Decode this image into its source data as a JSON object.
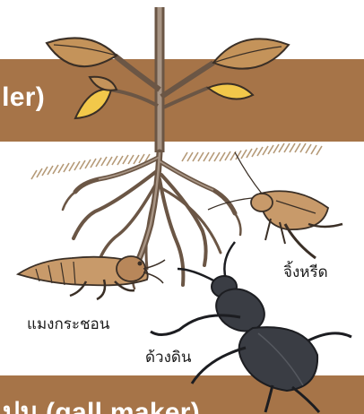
{
  "top_banner": {
    "text": "ler)"
  },
  "bottom_banner": {
    "text": "ปม (gall maker)"
  },
  "labels": {
    "cricket": "จิ้งหรีด",
    "mole_cricket": "แมงกระชอน",
    "beetle": "ด้วงดิน"
  },
  "colors": {
    "band": "#a67448",
    "soil_hatch": "#b59a78",
    "leaf_fill": "#c4935a",
    "leaf_yellow": "#f2c84a",
    "root": "#6b5645",
    "beetle": "#3a3d44",
    "insect_tan": "#c89a6a"
  }
}
